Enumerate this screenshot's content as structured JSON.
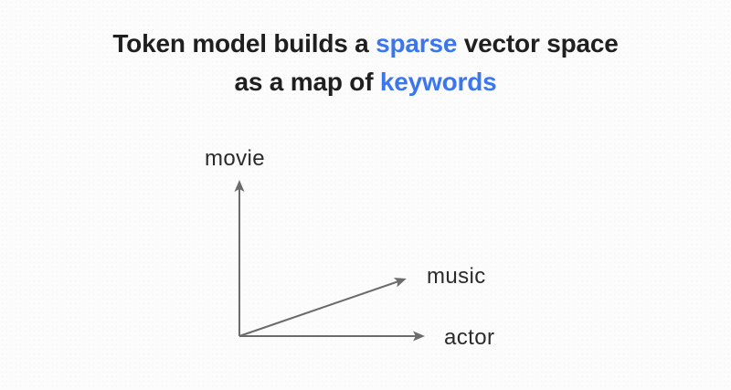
{
  "title": {
    "part1": "Token model builds a ",
    "highlight1": "sparse",
    "part2": " vector space",
    "part3": "as a map of ",
    "highlight2": "keywords"
  },
  "diagram": {
    "axes": [
      {
        "id": "movie",
        "label": "movie",
        "direction": "up"
      },
      {
        "id": "music",
        "label": "music",
        "direction": "up-right"
      },
      {
        "id": "actor",
        "label": "actor",
        "direction": "right"
      }
    ]
  },
  "colors": {
    "highlight_blue": "#3b76ee",
    "title_text": "#1f1f1f",
    "axis_line": "#6b6b6b",
    "axis_label": "#2b2b2b",
    "background": "#fcfcfc"
  }
}
